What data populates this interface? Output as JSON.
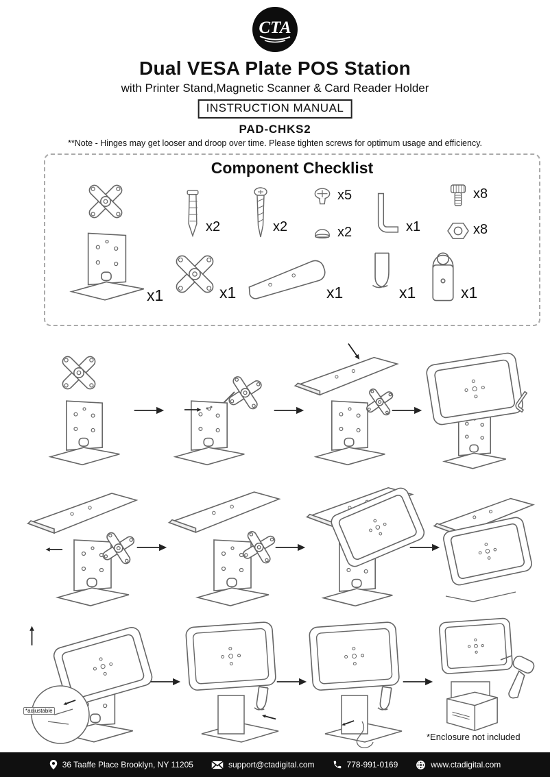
{
  "page": {
    "logo_text": "CTA",
    "title": "Dual VESA Plate POS Station",
    "subtitle": "with Printer Stand,Magnetic Scanner & Card Reader Holder",
    "manual_label": "INSTRUCTION MANUAL",
    "model": "PAD-CHKS2",
    "note": "**Note -  Hinges may get looser and droop over time. Please tighten screws for optimum usage and efficiency."
  },
  "checklist": {
    "title": "Component Checklist",
    "items": [
      {
        "name": "stand-with-vesa-bracket",
        "qty": "x1"
      },
      {
        "name": "wall-anchor",
        "qty": "x2"
      },
      {
        "name": "mounting-screw",
        "qty": "x2"
      },
      {
        "name": "small-screw",
        "qty": "x5"
      },
      {
        "name": "rubber-cap",
        "qty": "x2"
      },
      {
        "name": "allen-key",
        "qty": "x1"
      },
      {
        "name": "socket-bolt",
        "qty": "x8"
      },
      {
        "name": "hex-nut",
        "qty": "x8"
      },
      {
        "name": "vesa-cross-plate",
        "qty": "x1"
      },
      {
        "name": "printer-stand-plate",
        "qty": "x1"
      },
      {
        "name": "card-reader-holder",
        "qty": "x1"
      },
      {
        "name": "scanner-holder",
        "qty": "x1"
      }
    ]
  },
  "annotations": {
    "adjustable": "*adjustable",
    "enclosure_note": "*Enclosure not included"
  },
  "footer": {
    "address": "36 Taaffe Place Brooklyn, NY 11205",
    "email": "support@ctadigital.com",
    "phone": "778-991-0169",
    "website": "www.ctadigital.com"
  }
}
